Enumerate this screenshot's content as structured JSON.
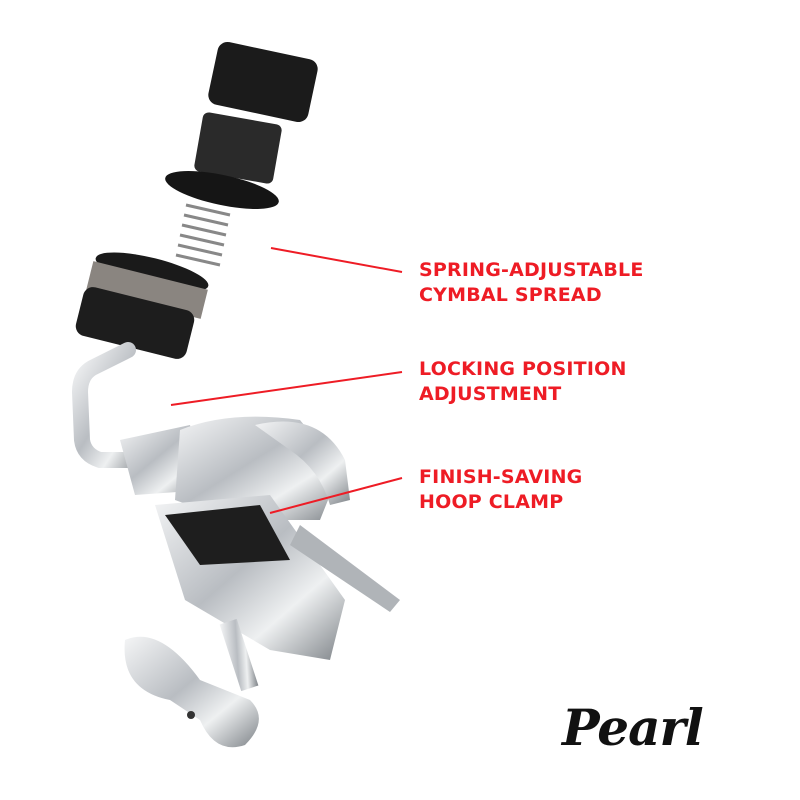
{
  "callouts": [
    {
      "line1": "SPRING-ADJUSTABLE",
      "line2": "CYMBAL SPREAD"
    },
    {
      "line1": "LOCKING POSITION",
      "line2": "ADJUSTMENT"
    },
    {
      "line1": "FINISH-SAVING",
      "line2": "HOOP CLAMP"
    }
  ],
  "brand": {
    "logo_text": "Pearl"
  },
  "colors": {
    "accent": "#ee1c25",
    "felt": "#222222",
    "chrome": "#c9ccd0"
  }
}
